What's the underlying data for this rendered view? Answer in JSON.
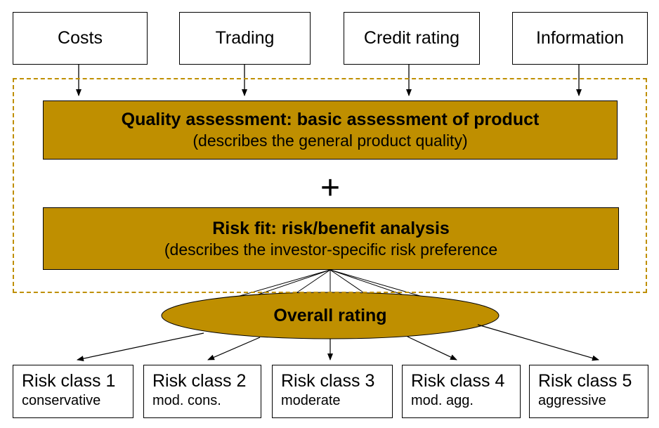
{
  "inputs": [
    {
      "label": "Costs"
    },
    {
      "label": "Trading"
    },
    {
      "label": "Credit rating"
    },
    {
      "label": "Information"
    }
  ],
  "quality": {
    "title": "Quality assessment: basic assessment of product",
    "subtitle": "(describes the general product quality)"
  },
  "plus": "+",
  "risk_fit": {
    "title": "Risk fit: risk/benefit analysis",
    "subtitle": "(describes the investor-specific risk preference"
  },
  "overall": {
    "label": "Overall rating"
  },
  "risk_classes": [
    {
      "name": "Risk class 1",
      "desc": "conservative"
    },
    {
      "name": "Risk class 2",
      "desc": "mod. cons."
    },
    {
      "name": "Risk class 3",
      "desc": "moderate"
    },
    {
      "name": "Risk class 4",
      "desc": "mod. agg."
    },
    {
      "name": "Risk class 5",
      "desc": "aggressive"
    }
  ],
  "colors": {
    "gold": "#bf8f00",
    "border": "#000000"
  }
}
